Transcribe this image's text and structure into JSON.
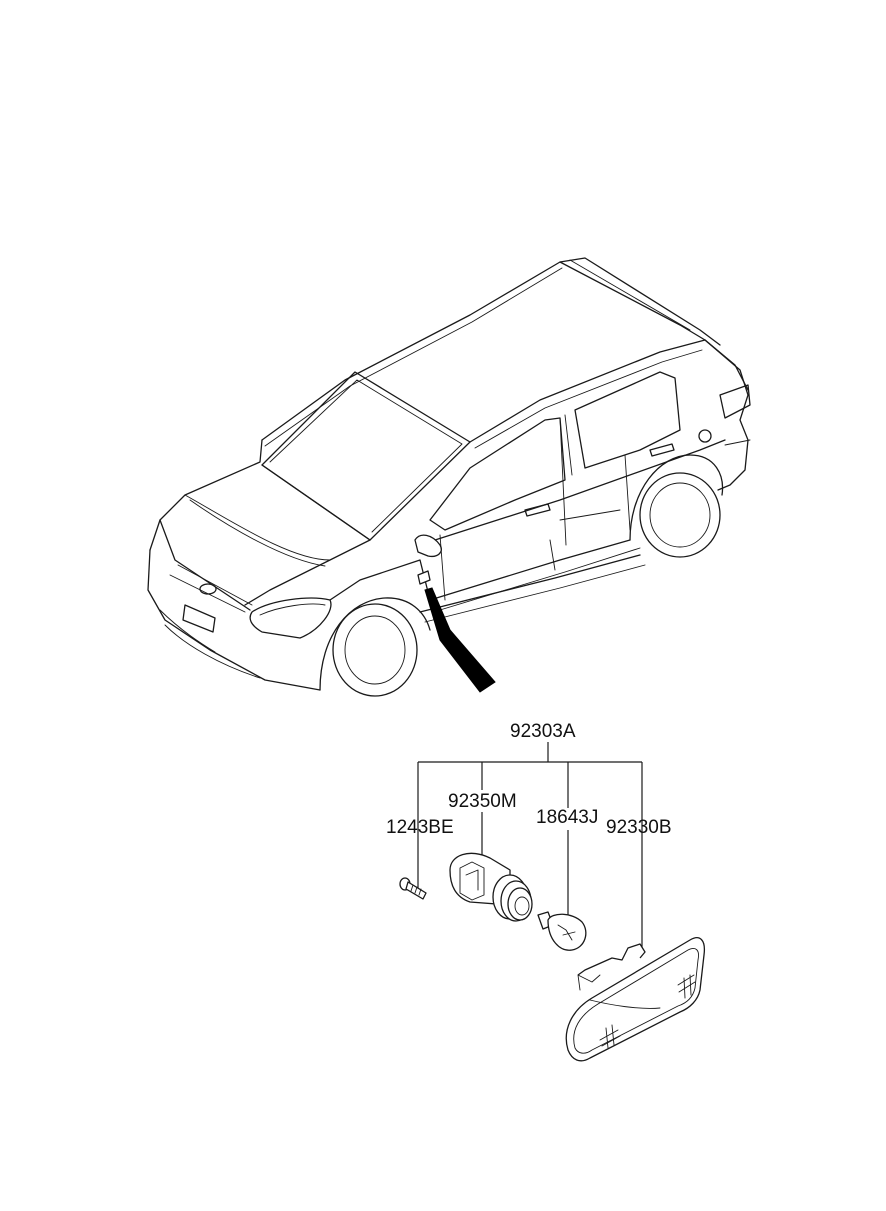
{
  "parts": {
    "assembly": "92303A",
    "screw": "1243BE",
    "socket": "92350M",
    "bulb": "18643J",
    "lens_housing": "92330B"
  },
  "icons": {
    "vehicle": "hatchback-car-illustration",
    "location_pointer": "wedge-arrow",
    "screw": "screw-icon",
    "socket": "bulb-socket-icon",
    "bulb": "wedge-bulb-icon",
    "lens": "side-marker-lens-icon"
  },
  "colors": {
    "line": "#1a1a1a",
    "background": "#ffffff"
  }
}
